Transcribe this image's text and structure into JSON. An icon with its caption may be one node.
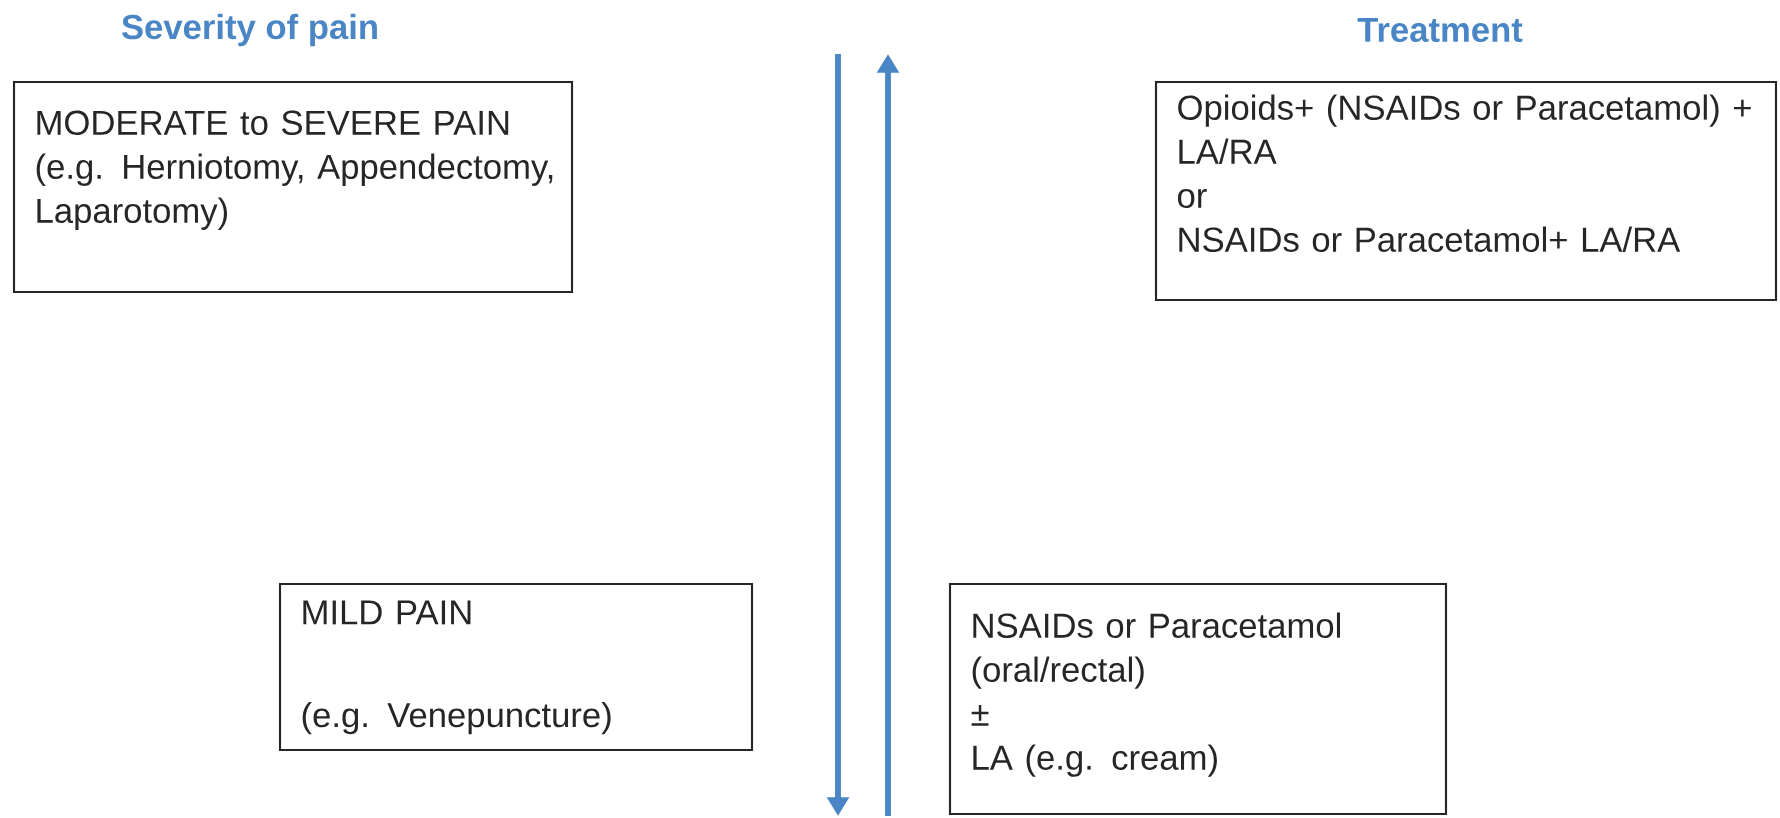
{
  "diagram": {
    "nodes": [
      {
        "text": [
          "MODERATE to SEVERE PAIN",
          "(e.g. Herniotomy, Appendectomy, Laparotomy)"
        ]
      },
      {
        "text": [
          "Opioids+ (NSAIDs or Paracetamol) + LA/RA",
          "or",
          "NSAIDs or Paracetamol+ LA/RA"
        ]
      },
      {
        "text": [
          "MILD PAIN",
          "(e.g. Venepuncture)"
        ]
      },
      {
        "text": [
          "NSAIDs or Paracetamol (oral/rectal)",
          "±",
          "LA (e.g. cream)"
        ]
      }
    ],
    "labels": [
      "Severity of pain",
      "Treatment"
    ]
  }
}
